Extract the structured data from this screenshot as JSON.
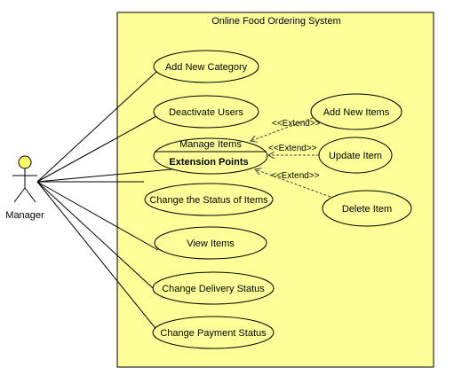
{
  "system": {
    "title": "Online Food Ordering System",
    "fill": "#ffff99"
  },
  "actor": {
    "name": "Manager",
    "head_fill": "#ffff66"
  },
  "use_cases": {
    "add_new_category": "Add New Category",
    "deactivate_users": "Deactivate Users",
    "manage_items": "Manage Items",
    "extension_points": "Extension Points",
    "change_status_items": "Change the Status of Items",
    "view_items": "View Items",
    "change_delivery_status": "Change Delivery Status",
    "change_payment_status": "Change Payment Status",
    "add_new_items": "Add New Items",
    "update_item": "Update Item",
    "delete_item": "Delete Item"
  },
  "relations": {
    "extend_add": "<<Extend>>",
    "extend_update": "<<Extend>>",
    "extend_delete": "<<Extend>>"
  },
  "colors": {
    "usecase_fill": "#ffff99",
    "line": "#000000",
    "dashed_line": "#404040"
  }
}
